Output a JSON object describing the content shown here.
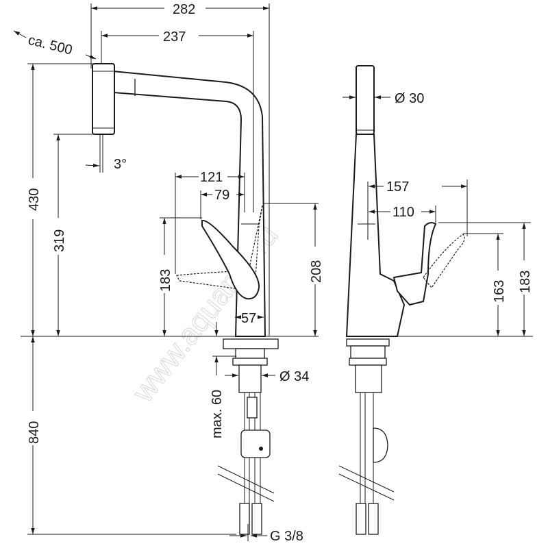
{
  "drawing": {
    "watermark": "www.aquamir.ru",
    "dimensions": {
      "overall_reach": "282",
      "spout_reach": "237",
      "pullout_length": "ca. 500",
      "total_height": "430",
      "spout_height": "319",
      "spray_angle": "3°",
      "handle_reach_front": "121",
      "handle_reach_inner": "79",
      "handle_height_front": "183",
      "body_height": "208",
      "body_width": "57",
      "below_counter": "840",
      "max_counter_thickness": "max. 60",
      "shank_diameter": "Ø 34",
      "connection_thread": "G 3/8",
      "spout_diameter": "Ø 30",
      "handle_reach_side": "157",
      "handle_reach_side_inner": "110",
      "handle_height_side_inner": "163",
      "handle_height_side": "183"
    }
  }
}
